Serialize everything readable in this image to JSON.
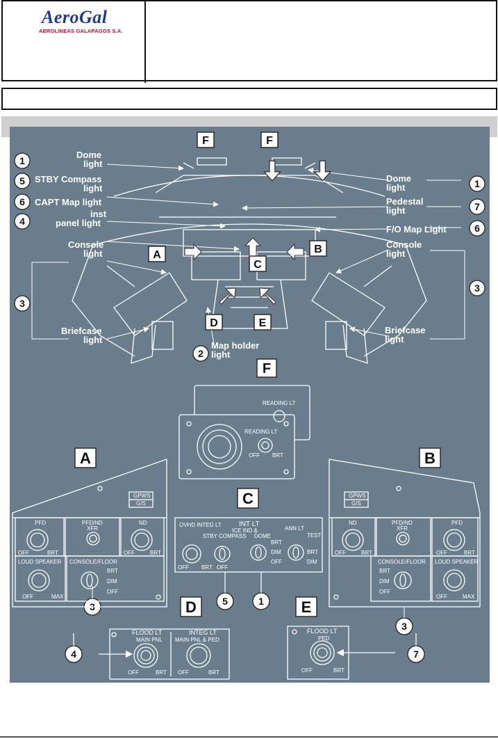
{
  "header": {
    "logo_brand": "AeroGal",
    "logo_subtitle": "AEROLINEAS GALAPAGOS S.A.",
    "title_row_text": "",
    "section_bar_text": ""
  },
  "diagram": {
    "overview_labels": {
      "dome_left": [
        "Dome",
        "light"
      ],
      "stby_compass": [
        "STBY Compass",
        "light"
      ],
      "capt_map": "CAPT Map light",
      "inst_panel": [
        "inst",
        "panel light"
      ],
      "console_left": [
        "Console",
        "light"
      ],
      "briefcase_left": [
        "Briefcase",
        "light"
      ],
      "map_holder": [
        "Map holder",
        "light"
      ],
      "dome_right": [
        "Dome",
        "light"
      ],
      "pedestal": [
        "Pedestal",
        "light"
      ],
      "fo_map": "F/O Map Light",
      "console_right": [
        "Console",
        "light"
      ],
      "briefcase_right": [
        "Briefcase",
        "light"
      ]
    },
    "callout_numbers": [
      "1",
      "5",
      "6",
      "4",
      "3",
      "2",
      "1",
      "7",
      "6",
      "3",
      "3",
      "5",
      "1",
      "3",
      "4",
      "7"
    ],
    "section_letters": [
      "F",
      "F",
      "A",
      "B",
      "C",
      "D",
      "E",
      "F",
      "A",
      "B",
      "C",
      "D",
      "E"
    ],
    "panel_f": {
      "reading_lt": "READING LT",
      "off": "OFF",
      "brt": "BRT"
    },
    "panel_a": {
      "gpws": "GPWS",
      "gs": "G/S",
      "pfd": "PFD",
      "pfdnd": "PFD/ND",
      "xfr": "XFR",
      "nd": "ND",
      "off": "OFF",
      "brt": "BRT",
      "loud_speaker": "LOUD SPEAKER",
      "max": "MAX",
      "console_floor": "CONSOLE/FLOOR",
      "dim": "DIM"
    },
    "panel_b": {
      "gpws": "GPWS",
      "gs": "G/S",
      "nd": "ND",
      "pfdnd": "PFD/ND",
      "xfr": "XFR",
      "pfd": "PFD",
      "off": "OFF",
      "brt": "BRT",
      "console_floor": "CONSOLE/FLOOR",
      "dim": "DIM",
      "loud_speaker": "LOUD SPEAKER",
      "max": "MAX"
    },
    "panel_c": {
      "ovhd_integ_lt": "OVHD INTEG LT",
      "int_lt": "INT LT",
      "ice_ind": "ICE IND &",
      "stby_compass": "STBY COMPASS",
      "dome": "DOME",
      "ann_lt": "ANN LT",
      "test": "TEST",
      "brt": "BRT",
      "dim": "DIM",
      "off": "OFF"
    },
    "panel_d": {
      "flood_lt": "FLOOD LT",
      "main_pnl": "MAIN PNL",
      "integ_lt": "INTEG LT",
      "main_pnl_ped": "MAIN PNL & PED",
      "off": "OFF",
      "brt": "BRT"
    },
    "panel_e": {
      "flood_lt": "FLOOD LT",
      "ped": "PED",
      "off": "OFF",
      "brt": "BRT"
    }
  },
  "colors": {
    "panel_bg": "#6a7d8c",
    "stroke": "#ffffff",
    "logo_blue": "#1f3a93",
    "logo_red": "#c8102e"
  }
}
